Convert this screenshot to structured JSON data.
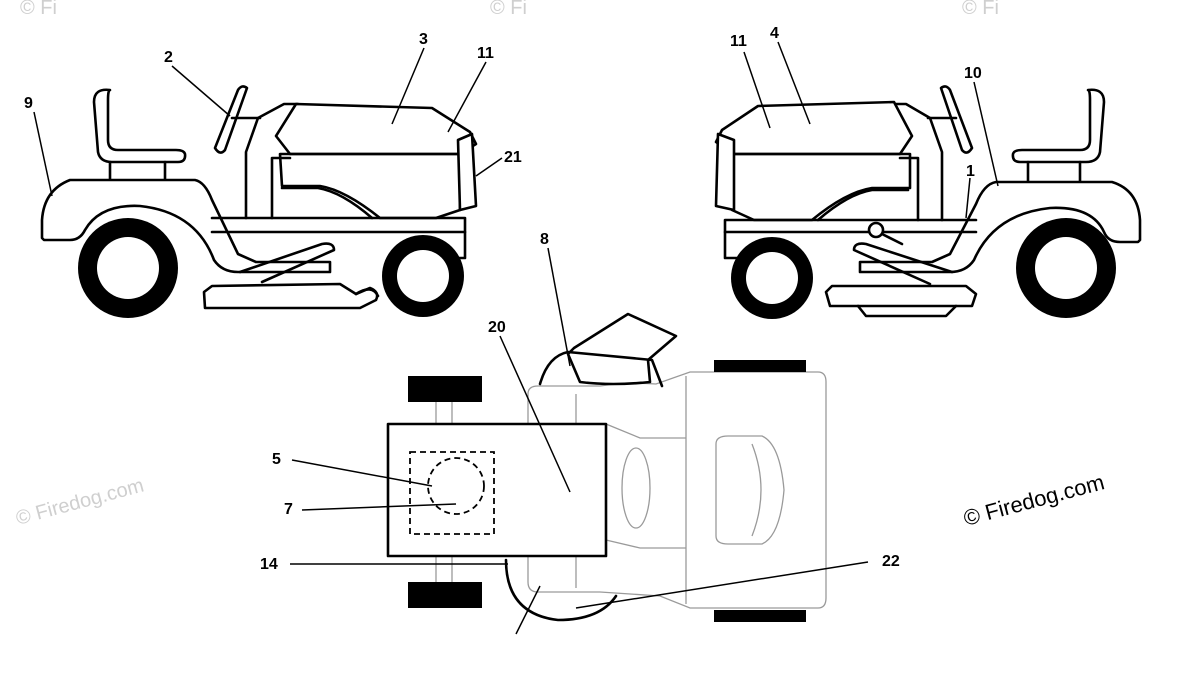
{
  "callouts": {
    "c1": "1",
    "c2": "2",
    "c3": "3",
    "c4": "4",
    "c5": "5",
    "c7": "7",
    "c8": "8",
    "c9": "9",
    "c10": "10",
    "c11_left": "11",
    "c11_right": "11",
    "c14": "14",
    "c20": "20",
    "c21": "21",
    "c22": "22"
  },
  "watermark": {
    "text": "© Firedog.com",
    "faint_text": "© Firedog.com",
    "top_fragment": "© Fi"
  }
}
